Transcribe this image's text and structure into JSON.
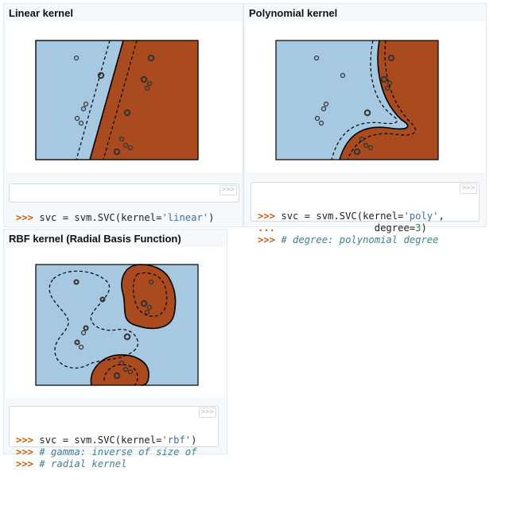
{
  "panels": [
    {
      "title": "Linear kernel",
      "code": [
        {
          "prompt": ">>>",
          "parts": [
            {
              "t": " svc = svm.SVC(kernel=",
              "c": ""
            },
            {
              "t": "'linear'",
              "c": "kw-str"
            },
            {
              "t": ")",
              "c": ""
            }
          ]
        }
      ]
    },
    {
      "title": "Polynomial kernel",
      "code": [
        {
          "prompt": ">>>",
          "parts": [
            {
              "t": " svc = svm.SVC(kernel=",
              "c": ""
            },
            {
              "t": "'poly'",
              "c": "kw-str"
            },
            {
              "t": ",",
              "c": ""
            }
          ]
        },
        {
          "prompt": "...",
          "parts": [
            {
              "t": "                 degree=",
              "c": ""
            },
            {
              "t": "3",
              "c": "num"
            },
            {
              "t": ")",
              "c": ""
            }
          ]
        },
        {
          "prompt": ">>>",
          "parts": [
            {
              "t": " # degree: polynomial degree",
              "c": "comment"
            }
          ]
        }
      ]
    },
    {
      "title": "RBF kernel (Radial Basis Function)",
      "code": [
        {
          "prompt": ">>>",
          "parts": [
            {
              "t": " svc = svm.SVC(kernel=",
              "c": ""
            },
            {
              "t": "'rbf'",
              "c": "kw-str"
            },
            {
              "t": ")",
              "c": ""
            }
          ]
        },
        {
          "prompt": ">>>",
          "parts": [
            {
              "t": " # gamma: inverse of size of",
              "c": "comment"
            }
          ]
        },
        {
          "prompt": ">>>",
          "parts": [
            {
              "t": " # radial kernel",
              "c": "comment"
            }
          ]
        }
      ]
    }
  ],
  "copy_button_label": ">>>",
  "colors": {
    "region_blue": "#a6c8e0",
    "region_orange": "#a94b1f",
    "prompt": "#c65d09",
    "string": "#4070a0",
    "number": "#208050",
    "comment": "#408090"
  }
}
